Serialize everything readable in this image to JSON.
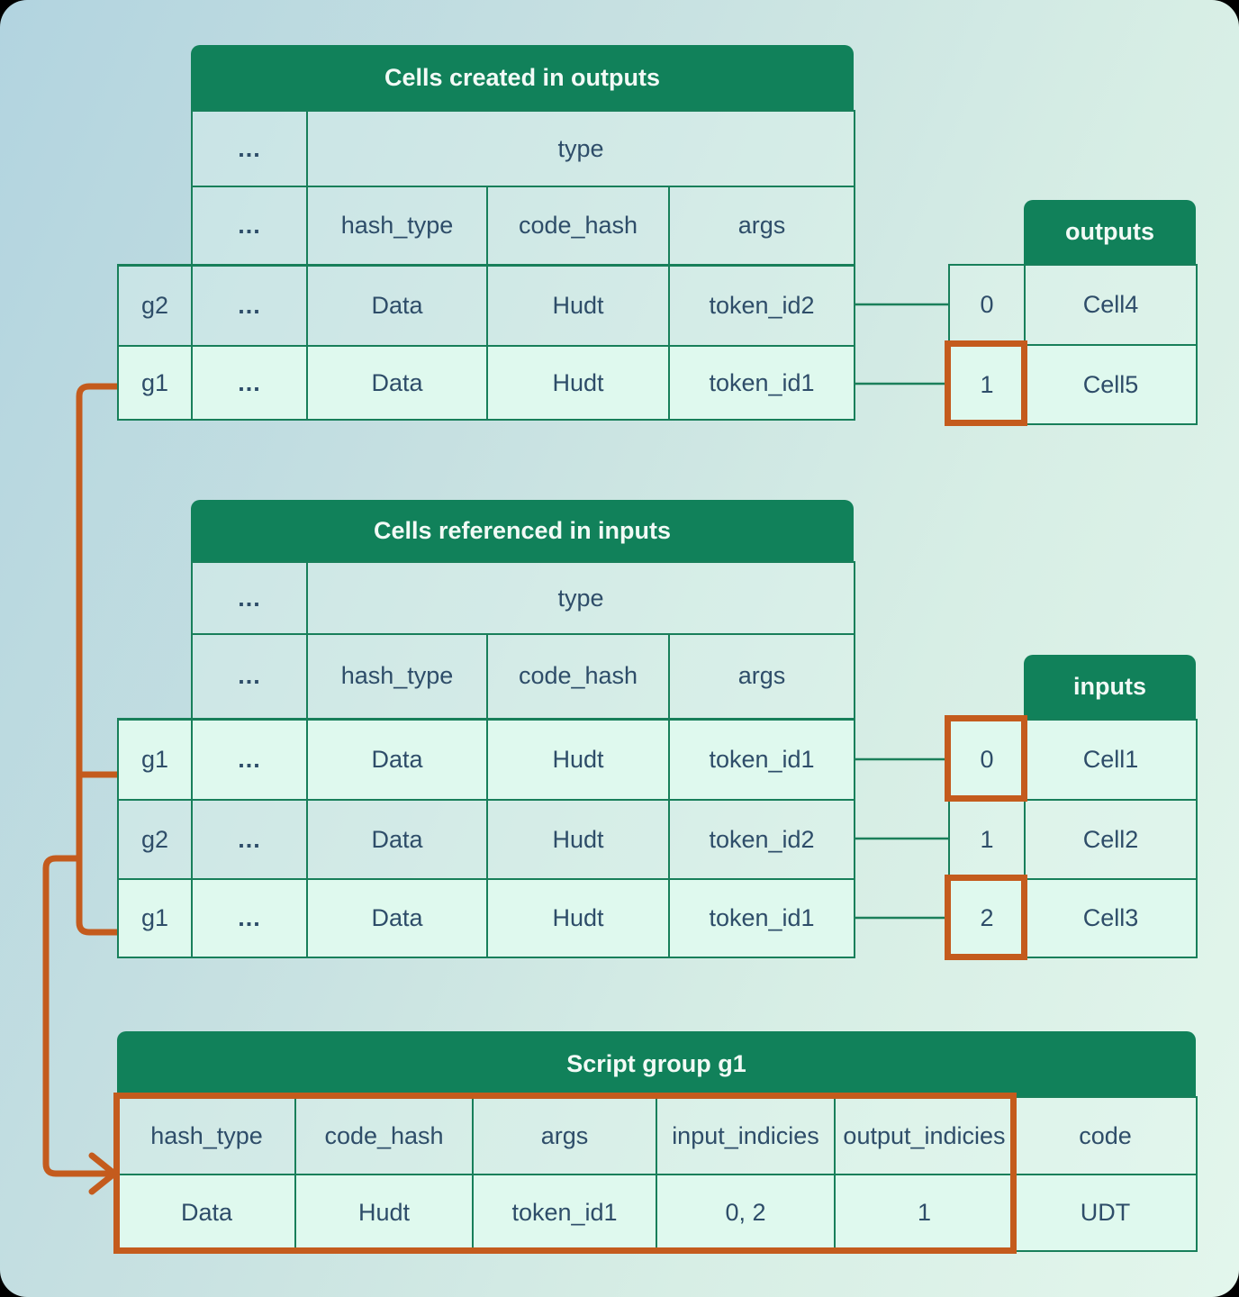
{
  "colors": {
    "header_green": "#11815a",
    "line_green": "#187f5a",
    "highlight_orange": "#c45b1d",
    "row_light_mint": "#dff9ee",
    "text_navy": "#2e4d69"
  },
  "outputs_table": {
    "title": "Cells created in outputs",
    "type_row": {
      "dots": "...",
      "label": "type"
    },
    "field_row": {
      "dots": "...",
      "hash_type": "hash_type",
      "code_hash": "code_hash",
      "args": "args"
    },
    "rows": [
      {
        "group": "g2",
        "dots": "...",
        "hash_type": "Data",
        "code_hash": "Hudt",
        "args": "token_id2"
      },
      {
        "group": "g1",
        "dots": "...",
        "hash_type": "Data",
        "code_hash": "Hudt",
        "args": "token_id1"
      }
    ]
  },
  "outputs_list": {
    "title": "outputs",
    "rows": [
      {
        "index": "0",
        "cell": "Cell4"
      },
      {
        "index": "1",
        "cell": "Cell5"
      }
    ]
  },
  "inputs_table": {
    "title": "Cells referenced in inputs",
    "type_row": {
      "dots": "...",
      "label": "type"
    },
    "field_row": {
      "dots": "...",
      "hash_type": "hash_type",
      "code_hash": "code_hash",
      "args": "args"
    },
    "rows": [
      {
        "group": "g1",
        "dots": "...",
        "hash_type": "Data",
        "code_hash": "Hudt",
        "args": "token_id1"
      },
      {
        "group": "g2",
        "dots": "...",
        "hash_type": "Data",
        "code_hash": "Hudt",
        "args": "token_id2"
      },
      {
        "group": "g1",
        "dots": "...",
        "hash_type": "Data",
        "code_hash": "Hudt",
        "args": "token_id1"
      }
    ]
  },
  "inputs_list": {
    "title": "inputs",
    "rows": [
      {
        "index": "0",
        "cell": "Cell1"
      },
      {
        "index": "1",
        "cell": "Cell2"
      },
      {
        "index": "2",
        "cell": "Cell3"
      }
    ]
  },
  "script_group": {
    "title": "Script group g1",
    "headers": {
      "hash_type": "hash_type",
      "code_hash": "code_hash",
      "args": "args",
      "input_indicies": "input_indicies",
      "output_indicies": "output_indicies",
      "code": "code"
    },
    "values": {
      "hash_type": "Data",
      "code_hash": "Hudt",
      "args": "token_id1",
      "input_indicies": "0, 2",
      "output_indicies": "1",
      "code": "UDT"
    }
  }
}
